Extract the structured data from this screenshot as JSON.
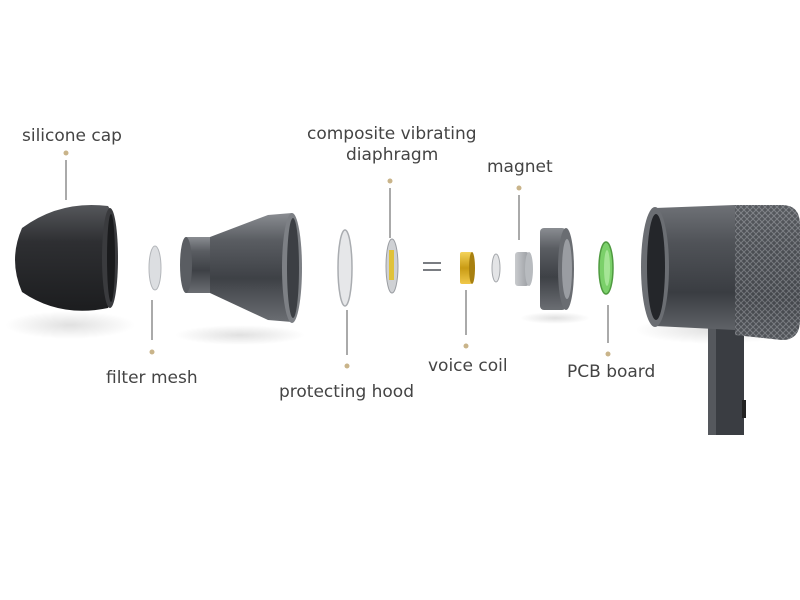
{
  "labels": {
    "silicone_cap": "silicone cap",
    "filter_mesh": "filter mesh",
    "protecting_hood": "protecting hood",
    "diaphragm_line1": "composite vibrating",
    "diaphragm_line2": "diaphragm",
    "voice_coil": "voice coil",
    "magnet": "magnet",
    "pcb_board": "PCB board"
  },
  "colors": {
    "label_text": "#444444",
    "leader_line": "#555555",
    "leader_dot": "#c9b48a",
    "metal_dark": "#4a4d52",
    "cap_dark": "#2f3033",
    "coil_gold": "#d8b020",
    "pcb_green": "#7bd06a"
  }
}
